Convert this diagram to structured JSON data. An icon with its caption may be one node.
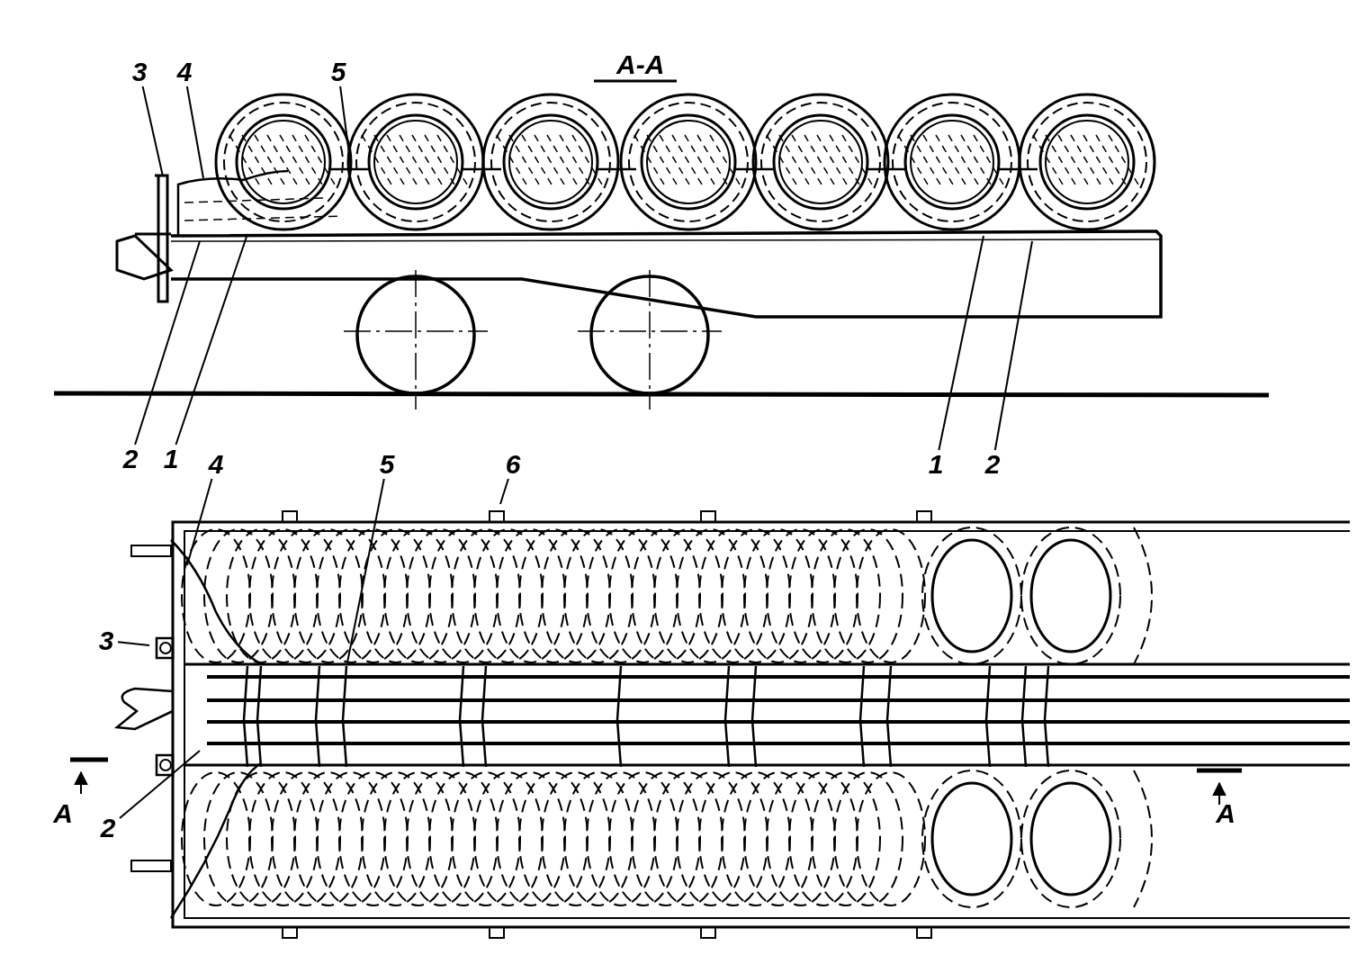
{
  "diagram": {
    "nodes": [
      {
        "text": [
          "3"
        ]
      },
      {
        "text": [
          "4"
        ]
      },
      {
        "text": [
          "5"
        ]
      },
      {
        "text": [
          "2"
        ]
      },
      {
        "text": [
          "1"
        ]
      },
      {
        "text": [
          "1"
        ]
      },
      {
        "text": [
          "2"
        ]
      },
      {
        "text": [
          "4"
        ]
      },
      {
        "text": [
          "5"
        ]
      },
      {
        "text": [
          "6"
        ]
      },
      {
        "text": [
          "3"
        ]
      },
      {
        "text": [
          "2"
        ]
      }
    ],
    "edges": [
      {
        "from": 0,
        "to": null,
        "arrow": "none"
      },
      {
        "from": 1,
        "to": null,
        "arrow": "none"
      },
      {
        "from": 2,
        "to": null,
        "arrow": "none"
      },
      {
        "from": 3,
        "to": null,
        "arrow": "none"
      },
      {
        "from": 4,
        "to": null,
        "arrow": "none"
      },
      {
        "from": 5,
        "to": null,
        "arrow": "none"
      },
      {
        "from": 6,
        "to": null,
        "arrow": "none"
      },
      {
        "from": 7,
        "to": null,
        "arrow": "none"
      },
      {
        "from": 8,
        "to": null,
        "arrow": "none"
      },
      {
        "from": 9,
        "to": null,
        "arrow": "none"
      },
      {
        "from": 10,
        "to": null,
        "arrow": "none"
      },
      {
        "from": 11,
        "to": null,
        "arrow": "none"
      }
    ],
    "labels": [
      "A-A",
      "A",
      "A"
    ]
  }
}
